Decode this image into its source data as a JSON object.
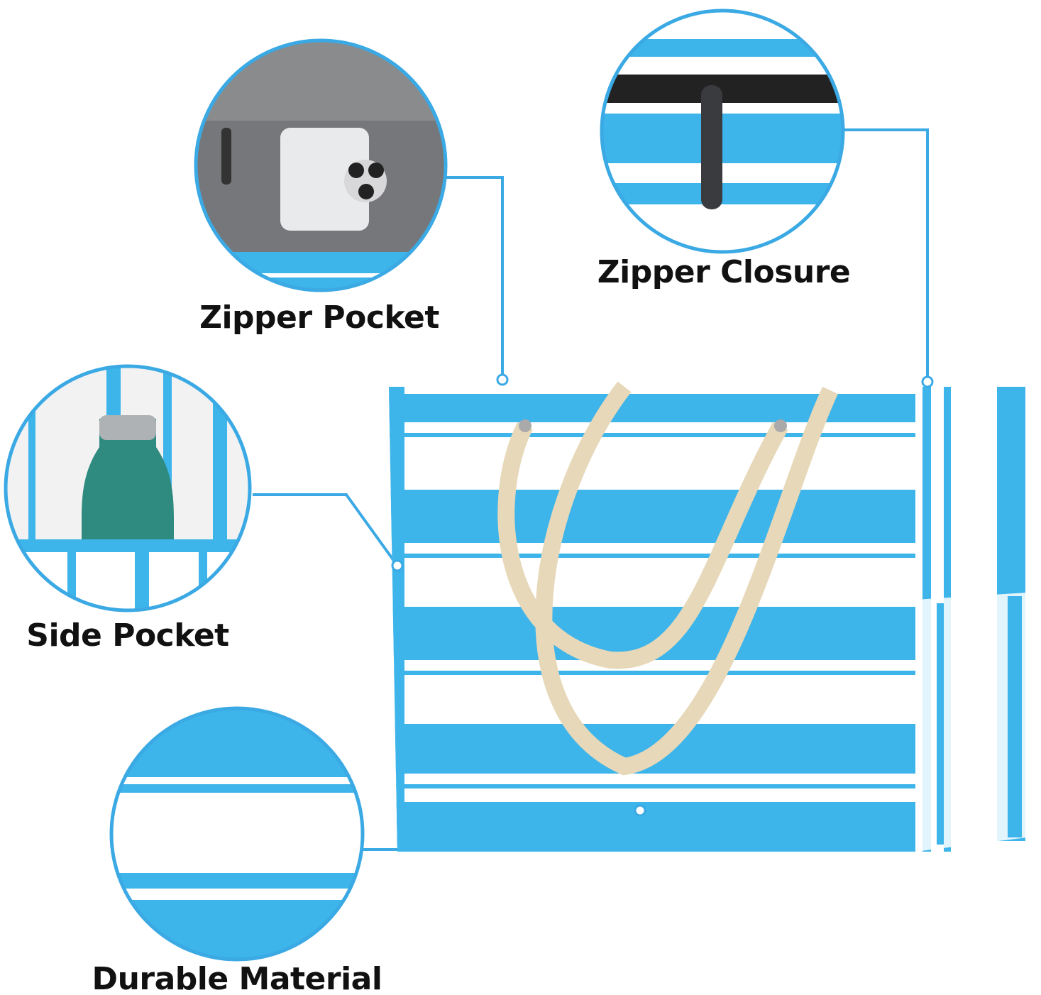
{
  "features": [
    {
      "label": "Zipper Pocket"
    },
    {
      "label": "Zipper Closure"
    },
    {
      "label": "Side Pocket"
    },
    {
      "label": "Durable Material"
    }
  ],
  "colors": {
    "accent": "#3aa9e4",
    "stripe": "#3db4ea",
    "text": "#111111",
    "rope": "#e6d8b8"
  }
}
